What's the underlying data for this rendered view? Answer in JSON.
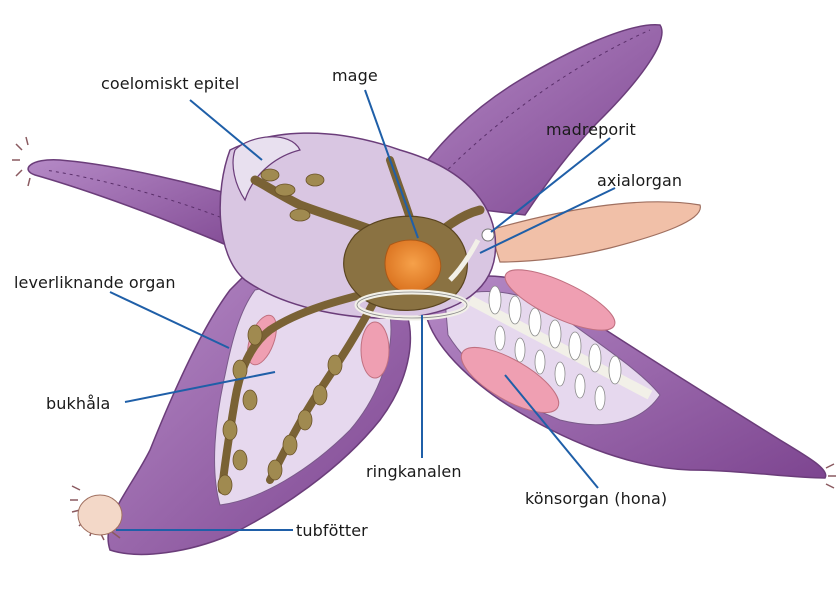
{
  "labels": {
    "coelomic_epithelium": "coelomiskt epitel",
    "stomach": "mage",
    "madreporite": "madreporit",
    "axial_organ": "axialorgan",
    "liver_organ": "leverliknande organ",
    "body_cavity": "bukhåla",
    "ring_canal": "ringkanalen",
    "gonad": "könsorgan (hona)",
    "tube_feet": "tubfötter"
  },
  "colors": {
    "arm_purple": "#8a4f9a",
    "arm_light": "#b48cc4",
    "cavity_lavender": "#e6d8ee",
    "gut_brown": "#8a7242",
    "stomach_orange": "#e98a2c",
    "gonad_pink": "#ef9fb2",
    "pointer_blue": "#1f5fa8"
  }
}
